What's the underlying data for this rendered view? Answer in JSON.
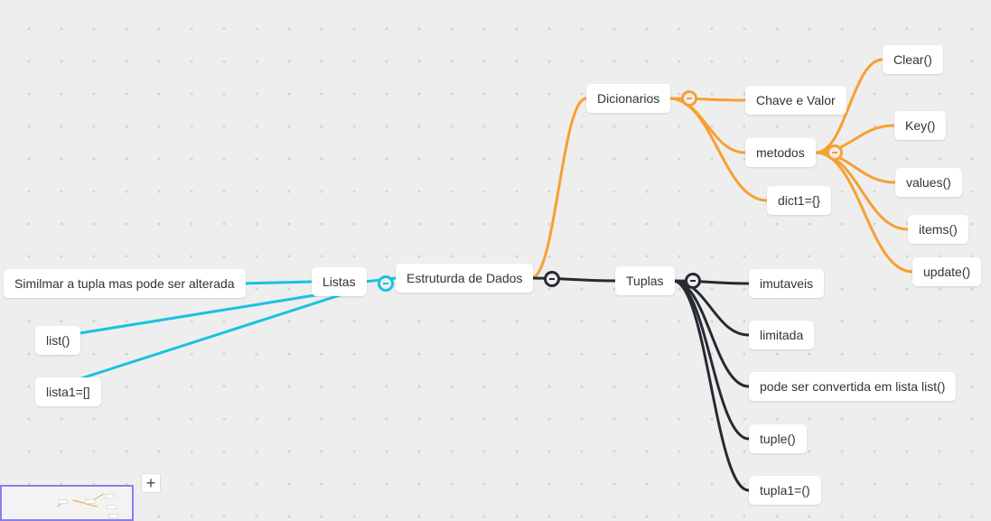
{
  "colors": {
    "dark": "#262a32",
    "orange": "#f6a033",
    "cyan": "#1ac2e1",
    "background": "#eeeeee",
    "minimap_border": "#8a7cf0"
  },
  "mindmap": {
    "root": "Estruturda de Dados",
    "dicionarios": {
      "label": "Dicionarios",
      "children": [
        "Chave e Valor",
        "metodos",
        "dict1={}"
      ],
      "metodos": [
        "Clear()",
        "Key()",
        "values()",
        "items()",
        "update()"
      ]
    },
    "tuplas": {
      "label": "Tuplas",
      "children": [
        "imutaveis",
        "limitada",
        "pode ser convertida em lista list()",
        "tuple()",
        "tupla1=()"
      ]
    },
    "listas": {
      "label": "Listas",
      "children": [
        "Similmar a tupla mas pode ser alterada",
        "list()",
        "lista1=[]"
      ]
    }
  },
  "controls": {
    "zoom_in": "+",
    "collapse_icon": "minus-circle-icon"
  }
}
